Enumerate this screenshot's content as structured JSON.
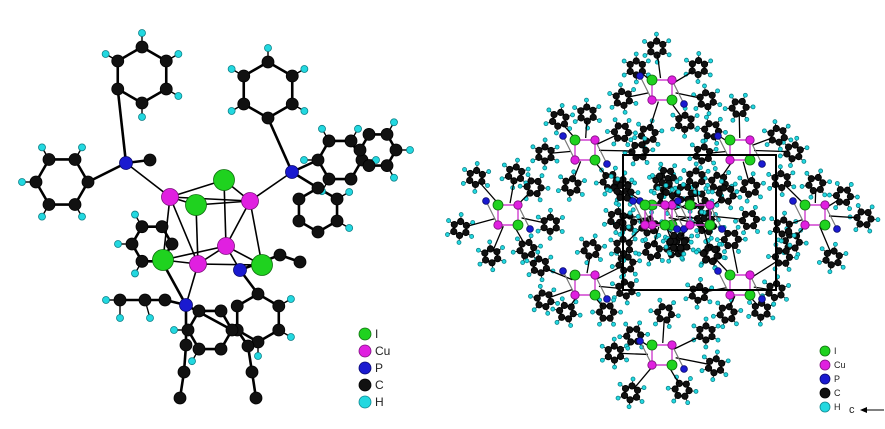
{
  "colors": {
    "I": "#1fd21f",
    "Cu": "#e020e0",
    "P": "#1a1ad0",
    "C": "#111111",
    "H": "#22d8e0",
    "bond_carbon": "#000000",
    "bond_metal": "#555555"
  },
  "left_panel": {
    "legend": [
      {
        "element": "I",
        "label": "I"
      },
      {
        "element": "Cu",
        "label": "Cu"
      },
      {
        "element": "P",
        "label": "P"
      },
      {
        "element": "C",
        "label": "C"
      },
      {
        "element": "H",
        "label": "H"
      }
    ]
  },
  "right_panel": {
    "legend": [
      {
        "element": "I",
        "label": "I"
      },
      {
        "element": "Cu",
        "label": "Cu"
      },
      {
        "element": "P",
        "label": "P"
      },
      {
        "element": "C",
        "label": "C"
      },
      {
        "element": "H",
        "label": "H"
      }
    ],
    "axis_label": "c"
  }
}
